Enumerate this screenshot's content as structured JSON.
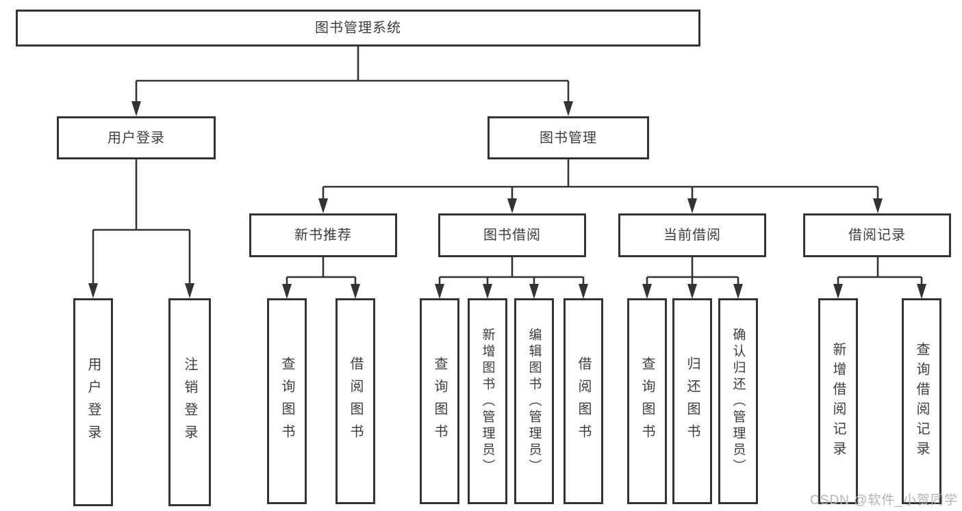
{
  "colors": {
    "line": "#333333",
    "text": "#3d3d3d",
    "watermark": "#b4b4b4",
    "background": "#ffffff"
  },
  "watermark": {
    "text": "CSDN @软件_小贺同学"
  },
  "diagram": {
    "title": "图书管理系统",
    "level2": [
      {
        "label": "用户登录",
        "children": [
          {
            "label": "用户登录"
          },
          {
            "label": "注销登录"
          }
        ]
      },
      {
        "label": "图书管理",
        "children": [
          {
            "label": "新书推荐",
            "children": [
              {
                "label": "查询图书"
              },
              {
                "label": "借阅图书"
              }
            ]
          },
          {
            "label": "图书借阅",
            "children": [
              {
                "label": "查询图书"
              },
              {
                "label": "新增图书（管理员）"
              },
              {
                "label": "编辑图书（管理员）"
              },
              {
                "label": "借阅图书"
              }
            ]
          },
          {
            "label": "当前借阅",
            "children": [
              {
                "label": "查询图书"
              },
              {
                "label": "归还图书"
              },
              {
                "label": "确认归还（管理员）"
              }
            ]
          },
          {
            "label": "借阅记录",
            "children": [
              {
                "label": "新增借阅记录"
              },
              {
                "label": "查询借阅记录"
              }
            ]
          }
        ]
      }
    ]
  }
}
